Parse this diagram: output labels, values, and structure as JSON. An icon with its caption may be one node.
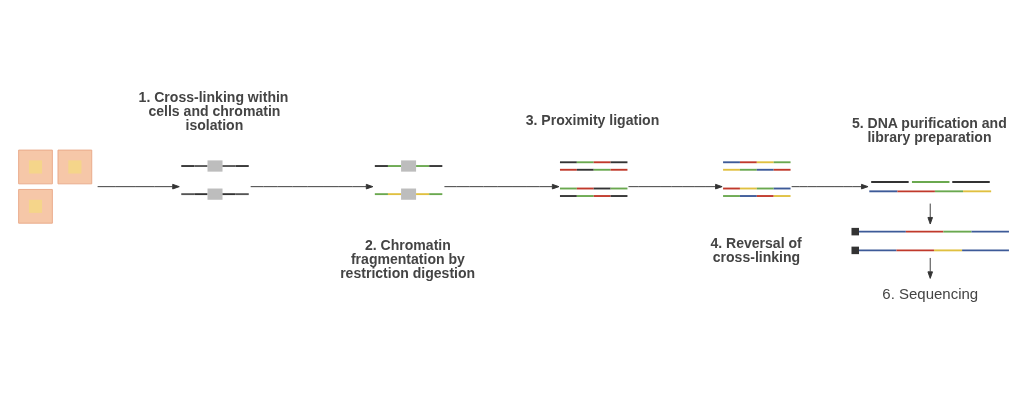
{
  "diagram": {
    "nodes": [
      {
        "text": [],
        "shape": "picture"
      },
      {
        "text": [],
        "shape": "picture",
        "beside": [
          "1. Cross-linking within cells and chromatin isolation"
        ]
      },
      {
        "text": [],
        "shape": "picture",
        "beside": [
          "2. Chromatin fragmentation by restriction digestion"
        ]
      },
      {
        "text": [],
        "shape": "picture",
        "beside": [
          "3. Proximity ligation"
        ]
      },
      {
        "text": [],
        "shape": "picture",
        "beside": [
          "4. Reversal of cross-linking"
        ]
      },
      {
        "text": [],
        "shape": "picture",
        "beside": [
          "5. DNA purification and library preparation"
        ]
      },
      {
        "text": [],
        "shape": "picture"
      },
      {
        "text": [
          "6. Sequencing"
        ]
      }
    ],
    "edges": [
      {
        "from": 0,
        "to": 1,
        "arrow": "to"
      },
      {
        "from": 1,
        "to": 2,
        "arrow": "to"
      },
      {
        "from": 2,
        "to": 3,
        "arrow": "to"
      },
      {
        "from": 3,
        "to": 4,
        "arrow": "to"
      },
      {
        "from": 4,
        "to": 5,
        "arrow": "to"
      },
      {
        "from": 5,
        "to": 6,
        "arrow": "to"
      },
      {
        "from": 6,
        "to": 7,
        "arrow": "to"
      }
    ]
  }
}
